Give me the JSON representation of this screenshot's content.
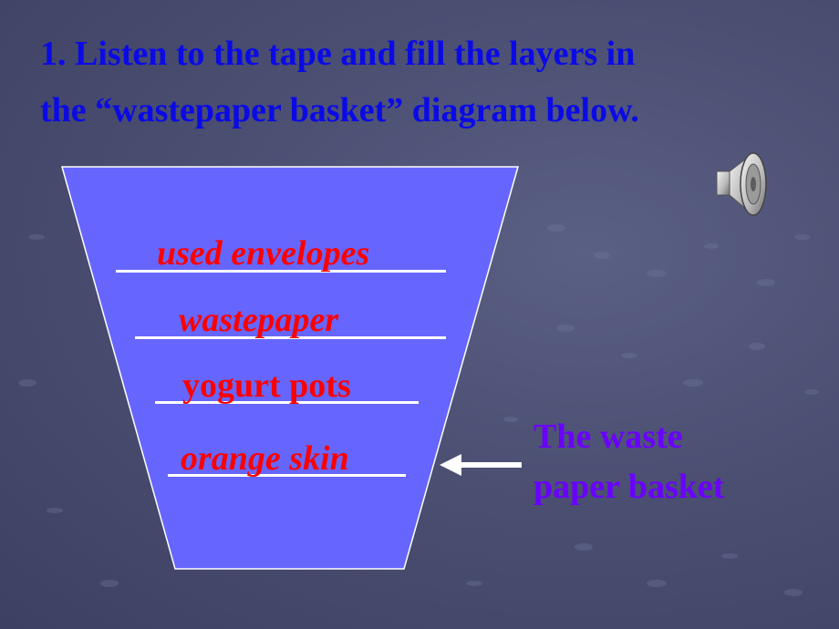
{
  "slide": {
    "title_line1": "1. Listen to the tape and fill the layers in",
    "title_line2": "the “wastepaper basket” diagram below."
  },
  "diagram": {
    "layers": [
      {
        "answer": "used envelopes"
      },
      {
        "answer": "wastepaper"
      },
      {
        "answer": "yogurt pots"
      },
      {
        "answer": "orange skin"
      }
    ],
    "label_line1": "The waste",
    "label_line2": "paper basket"
  },
  "colors": {
    "title": "#0a0ae6",
    "basket_fill": "#6666ff",
    "answer": "#ff0000",
    "label": "#6a00ff"
  },
  "icons": {
    "speaker": "speaker-icon",
    "arrow": "left-arrow-icon"
  }
}
